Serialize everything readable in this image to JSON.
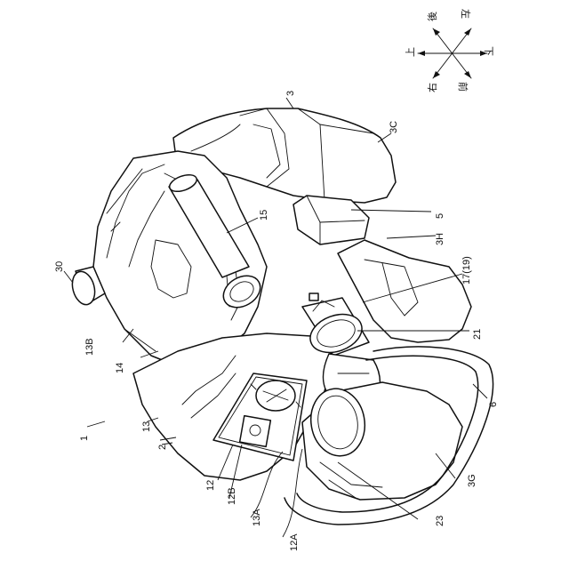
{
  "labels": {
    "l1": "1",
    "l2": "2",
    "l3": "3",
    "l3C": "3C",
    "l3G": "3G",
    "l3H": "3H",
    "l5": "5",
    "l6": "6",
    "l12": "12",
    "l12A": "12A",
    "l12B": "12B",
    "l13": "13",
    "l13A": "13A",
    "l13B": "13B",
    "l14": "14",
    "l15": "15",
    "l17": "17(19)",
    "l21": "21",
    "l23": "23",
    "l30": "30"
  },
  "directions": {
    "up": "上",
    "down": "下",
    "front": "前",
    "back": "後",
    "left": "左",
    "right": "右"
  }
}
